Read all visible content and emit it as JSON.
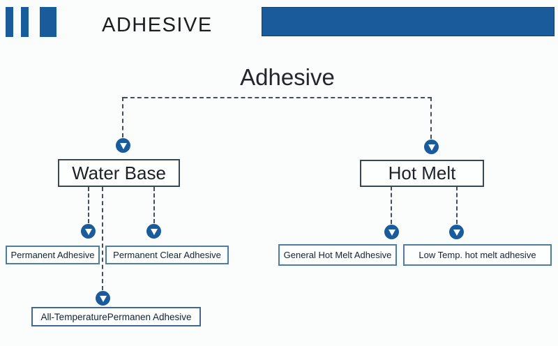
{
  "colors": {
    "accent": "#1a5b9b",
    "line": "#454d55",
    "leafborder": "#4e7d9f"
  },
  "header": {
    "brand": "ADHESIVE"
  },
  "diagram": {
    "root": {
      "label": "Adhesive"
    },
    "branches": [
      {
        "label": "Water Base",
        "children": [
          "Permanent Adhesive",
          "Permanent Clear Adhesive",
          "All-TemperaturePermanen Adhesive"
        ]
      },
      {
        "label": "Hot Melt",
        "children": [
          "General Hot Melt Adhesive",
          "Low Temp. hot melt adhesive"
        ]
      }
    ],
    "icon": "down-arrow-in-circle"
  }
}
